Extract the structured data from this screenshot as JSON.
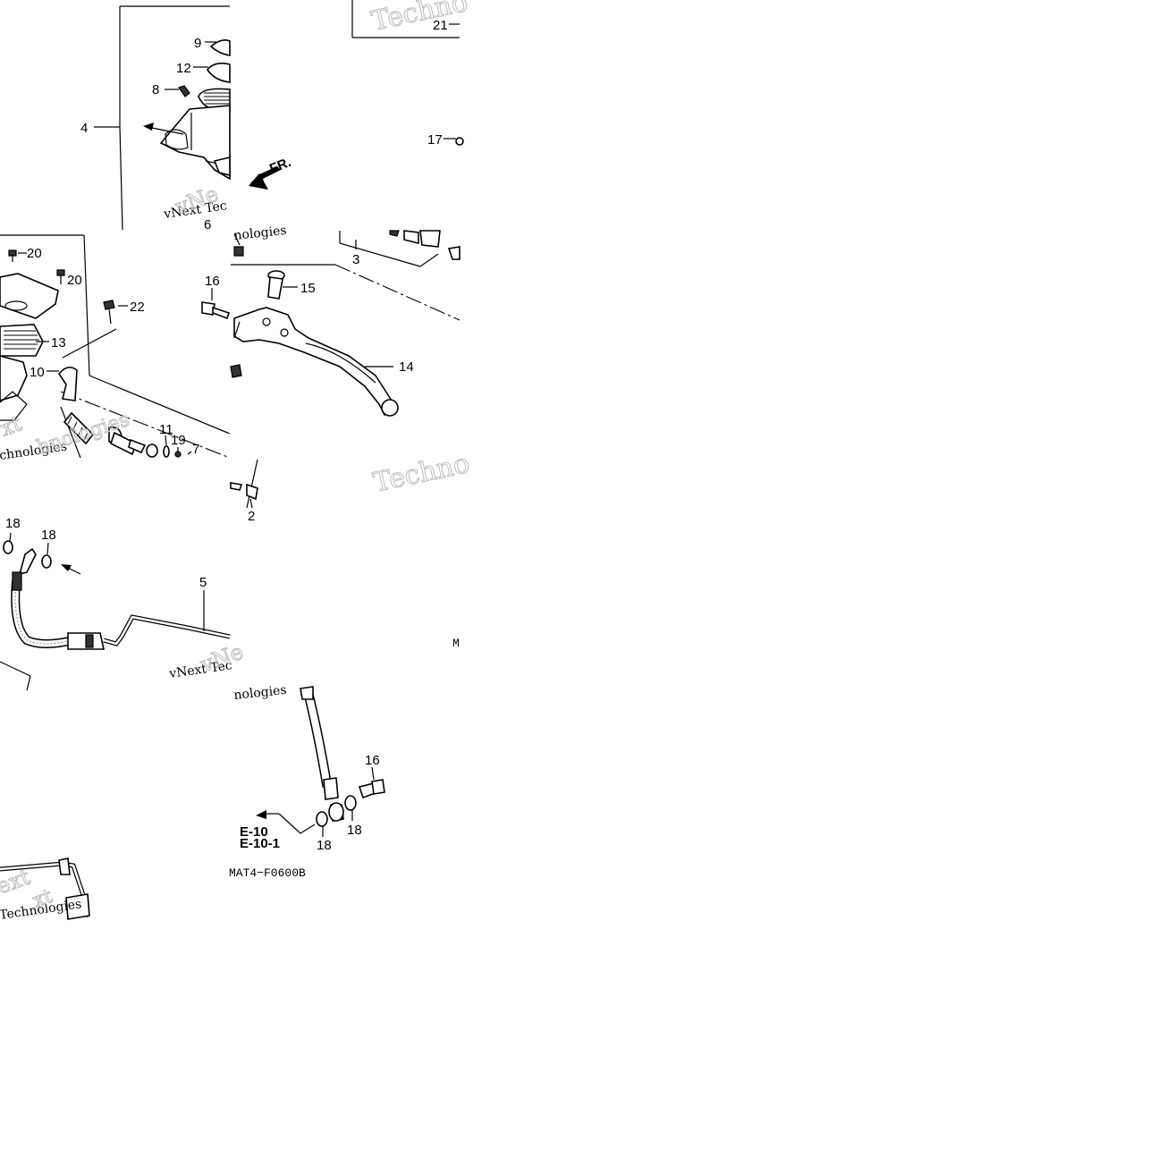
{
  "callouts": {
    "c9": "9",
    "c12": "12",
    "c8": "8",
    "c4": "4",
    "c21": "21",
    "c17": "17",
    "c6": "6",
    "c3": "3",
    "c20a": "20",
    "c20b": "20",
    "c22": "22",
    "c13": "13",
    "c10": "10",
    "c16a": "16",
    "c15": "15",
    "c14": "14",
    "c11": "11",
    "c19": "19",
    "c7": "7",
    "c2": "2",
    "c18a": "18",
    "c18b": "18",
    "c5": "5",
    "c16b": "16",
    "c18c": "18",
    "c18d": "18"
  },
  "direction_label": "FR.",
  "refs": {
    "e10": "E-10",
    "e101": "E-10-1"
  },
  "diagram_code": "MAT4−F0600B",
  "cropped_code_fragment": "M",
  "watermarks": {
    "w1": "Techno",
    "w2": "vNext Tec",
    "w3": "vNe",
    "w4": "nologies",
    "w5": "Techno",
    "w6": "vNext Tec",
    "w7": "vNe",
    "w8": "nologies",
    "w9": "ext",
    "w10": "Technologies",
    "w11": "xt",
    "w12": "chnologies",
    "w13": "xt",
    "w14": "hnologies"
  }
}
